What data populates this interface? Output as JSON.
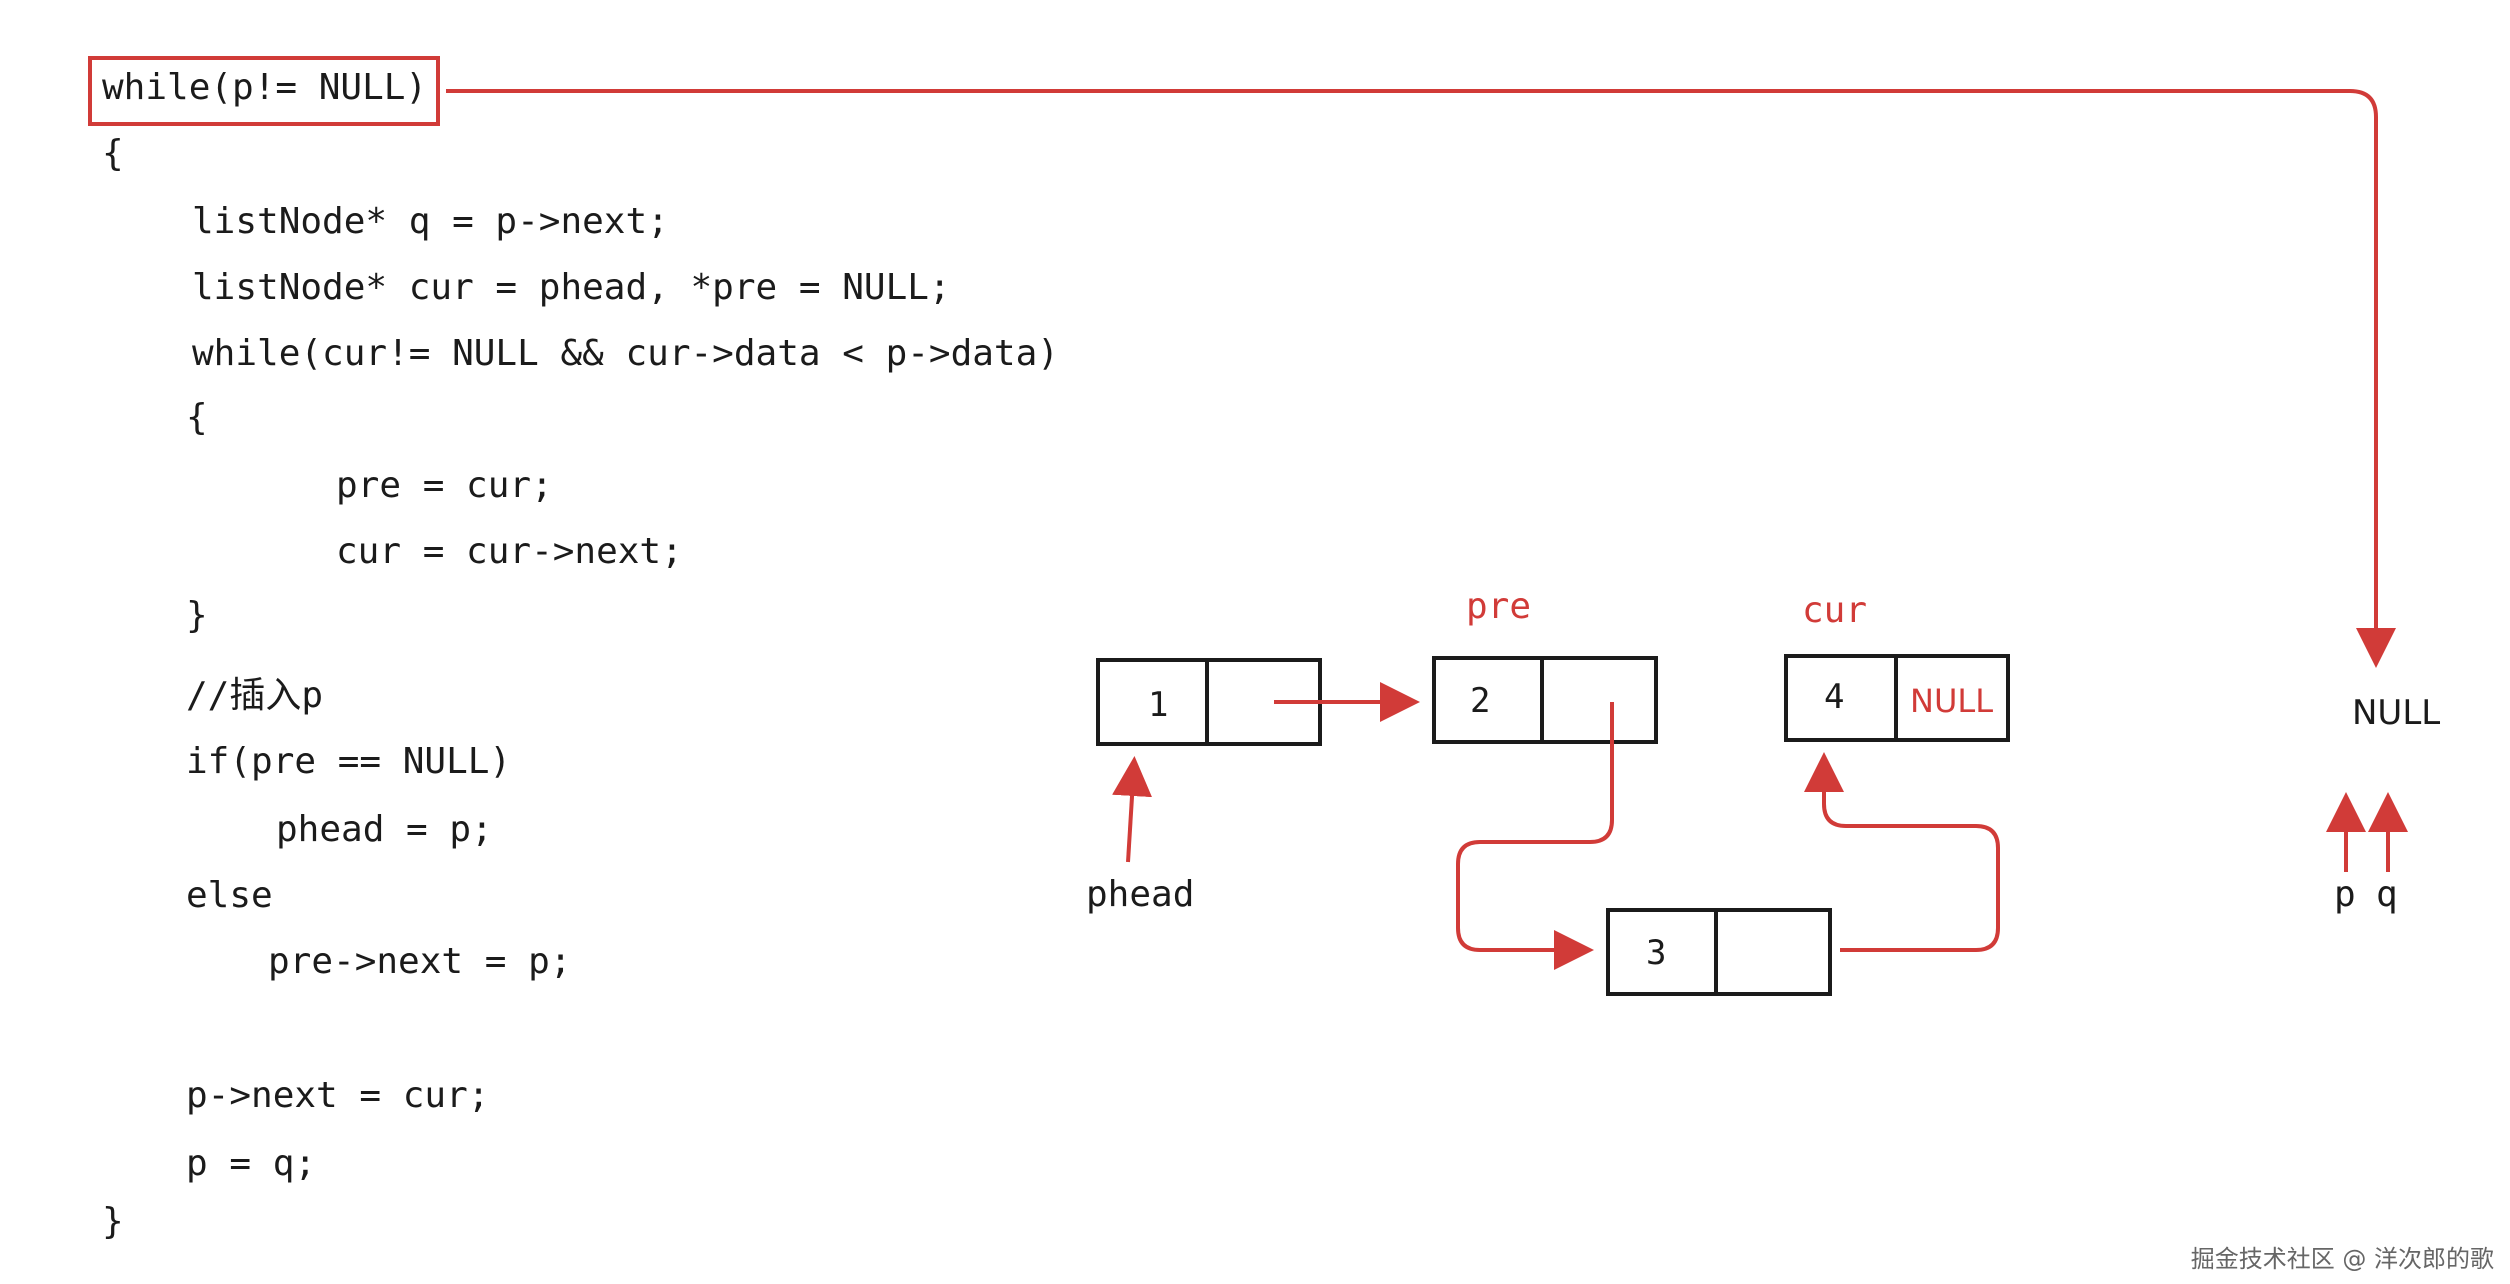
{
  "code": {
    "lines": [
      "while(p!= NULL)",
      "{",
      "listNode* q = p->next;",
      "listNode* cur = phead, *pre = NULL;",
      "while(cur!= NULL && cur->data < p->data)",
      "{",
      "pre = cur;",
      "cur = cur->next;",
      "}",
      "//插入p",
      "if(pre == NULL)",
      "phead = p;",
      "else",
      "pre->next = p;",
      "p->next = cur;",
      "p = q;",
      "}"
    ]
  },
  "diagram": {
    "nodes": [
      {
        "value": "1",
        "next": ""
      },
      {
        "value": "2",
        "next": ""
      },
      {
        "value": "3",
        "next": ""
      },
      {
        "value": "4",
        "next": "NULL"
      }
    ],
    "pointer_labels": {
      "pre": "pre",
      "cur": "cur",
      "phead": "phead",
      "null_target": "NULL",
      "p": "p",
      "q": "q"
    }
  },
  "colors": {
    "accent": "#d13b38",
    "ink": "#1b1b1b"
  },
  "watermark": "掘金技术社区 @ 洋次郎的歌"
}
